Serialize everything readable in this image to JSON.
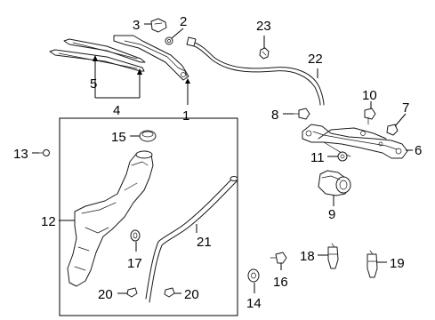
{
  "callouts": [
    {
      "id": "1",
      "label": "1"
    },
    {
      "id": "2",
      "label": "2"
    },
    {
      "id": "3",
      "label": "3"
    },
    {
      "id": "4",
      "label": "4"
    },
    {
      "id": "5",
      "label": "5"
    },
    {
      "id": "6",
      "label": "6"
    },
    {
      "id": "7",
      "label": "7"
    },
    {
      "id": "8",
      "label": "8"
    },
    {
      "id": "9",
      "label": "9"
    },
    {
      "id": "10",
      "label": "10"
    },
    {
      "id": "11",
      "label": "11"
    },
    {
      "id": "12",
      "label": "12"
    },
    {
      "id": "13",
      "label": "13"
    },
    {
      "id": "14",
      "label": "14"
    },
    {
      "id": "15",
      "label": "15"
    },
    {
      "id": "16",
      "label": "16"
    },
    {
      "id": "17",
      "label": "17"
    },
    {
      "id": "18",
      "label": "18"
    },
    {
      "id": "19",
      "label": "19"
    },
    {
      "id": "20a",
      "label": "20"
    },
    {
      "id": "20b",
      "label": "20"
    },
    {
      "id": "21",
      "label": "21"
    },
    {
      "id": "22",
      "label": "22"
    },
    {
      "id": "23",
      "label": "23"
    }
  ]
}
